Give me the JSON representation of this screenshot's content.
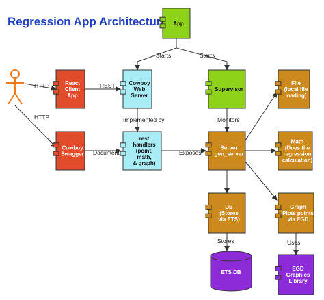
{
  "title": "Regression App Architecture",
  "colors": {
    "green": "#8ed21a",
    "red": "#e14d2a",
    "cyan": "#a8ecf5",
    "orange": "#cc8a1e",
    "purple": "#8e2bd9",
    "edge": "#333333",
    "actor": "#f07a1a",
    "title": "#1f3fbf"
  },
  "nodes": [
    {
      "id": "app",
      "lines": [
        "App"
      ],
      "color": "green",
      "text": "dark"
    },
    {
      "id": "react",
      "lines": [
        "React",
        "Client",
        "App"
      ],
      "color": "red",
      "text": "light"
    },
    {
      "id": "cowboy_web",
      "lines": [
        "Cowboy",
        "Web",
        "Server"
      ],
      "color": "cyan",
      "text": "dark"
    },
    {
      "id": "supervisor",
      "lines": [
        "Supervisor"
      ],
      "color": "green",
      "text": "dark"
    },
    {
      "id": "file",
      "lines": [
        "File",
        "(local file",
        "loading)"
      ],
      "color": "orange",
      "text": "light"
    },
    {
      "id": "swagger",
      "lines": [
        "Cowboy",
        "Swagger"
      ],
      "color": "red",
      "text": "light"
    },
    {
      "id": "rest",
      "lines": [
        "rest",
        "handlers",
        "(point,",
        "math,",
        "& graph)"
      ],
      "color": "cyan",
      "text": "dark"
    },
    {
      "id": "server",
      "lines": [
        "Server",
        "gen_server"
      ],
      "color": "orange",
      "text": "light"
    },
    {
      "id": "math",
      "lines": [
        "Math",
        "(Does the",
        "regression",
        "calculation)"
      ],
      "color": "orange",
      "text": "light"
    },
    {
      "id": "db",
      "lines": [
        "DB",
        "(Stores",
        "via ETS)"
      ],
      "color": "orange",
      "text": "light"
    },
    {
      "id": "graph",
      "lines": [
        "Graph",
        "Plots points",
        "via EGD"
      ],
      "color": "orange",
      "text": "light"
    },
    {
      "id": "egd",
      "lines": [
        "EGD",
        "Graphics",
        "Library"
      ],
      "color": "purple",
      "text": "light"
    }
  ],
  "ets": {
    "label": "ETS DB"
  },
  "edges": [
    {
      "id": "app-cowboy",
      "label": "Starts"
    },
    {
      "id": "app-supervisor",
      "label": "Starts"
    },
    {
      "id": "actor-react",
      "label": "HTTP"
    },
    {
      "id": "actor-swagger",
      "label": "HTTP"
    },
    {
      "id": "react-cowboy",
      "label": "REST"
    },
    {
      "id": "cowboy-rest",
      "label": "Implemented by"
    },
    {
      "id": "swagger-rest",
      "label": "Documents"
    },
    {
      "id": "rest-server",
      "label": "Exposes"
    },
    {
      "id": "supervisor-server",
      "label": "Monitors"
    },
    {
      "id": "server-file",
      "label": ""
    },
    {
      "id": "server-math",
      "label": ""
    },
    {
      "id": "server-db",
      "label": ""
    },
    {
      "id": "server-graph",
      "label": ""
    },
    {
      "id": "db-ets",
      "label": "Stores"
    },
    {
      "id": "graph-egd",
      "label": "Uses"
    }
  ]
}
